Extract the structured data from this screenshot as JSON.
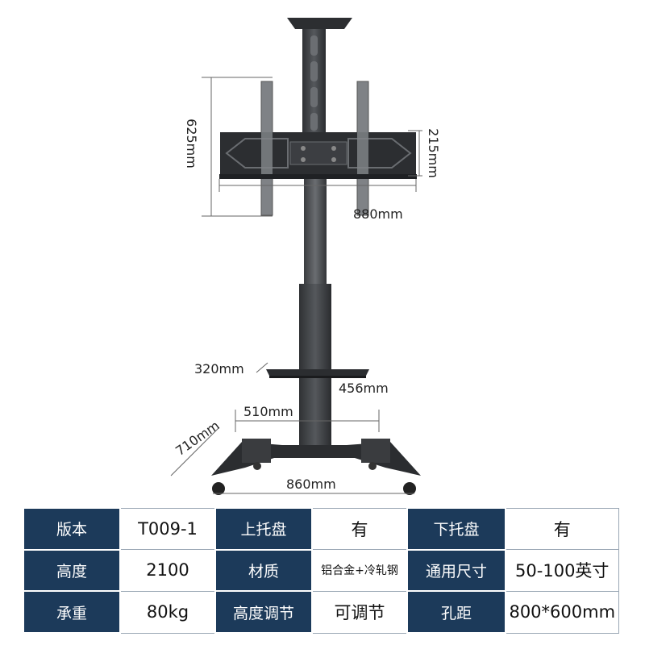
{
  "dimensions": {
    "height_bracket": "625mm",
    "height_plate": "215mm",
    "width_plate": "880mm",
    "depth_shelf": "320mm",
    "width_shelf": "456mm",
    "width_base_inner": "510mm",
    "depth_base": "710mm",
    "width_base": "860mm"
  },
  "specs": {
    "rows": [
      [
        {
          "key": "版本",
          "value": "T009-1"
        },
        {
          "key": "上托盘",
          "value": "有"
        },
        {
          "key": "下托盘",
          "value": "有"
        }
      ],
      [
        {
          "key": "高度",
          "value": "2100"
        },
        {
          "key": "材质",
          "value": "铝合金+冷轧钢"
        },
        {
          "key": "通用尺寸",
          "value": "50-100英寸"
        }
      ],
      [
        {
          "key": "承重",
          "value": "80kg"
        },
        {
          "key": "高度调节",
          "value": "可调节"
        },
        {
          "key": "孔距",
          "value": "800*600mm"
        }
      ]
    ]
  }
}
